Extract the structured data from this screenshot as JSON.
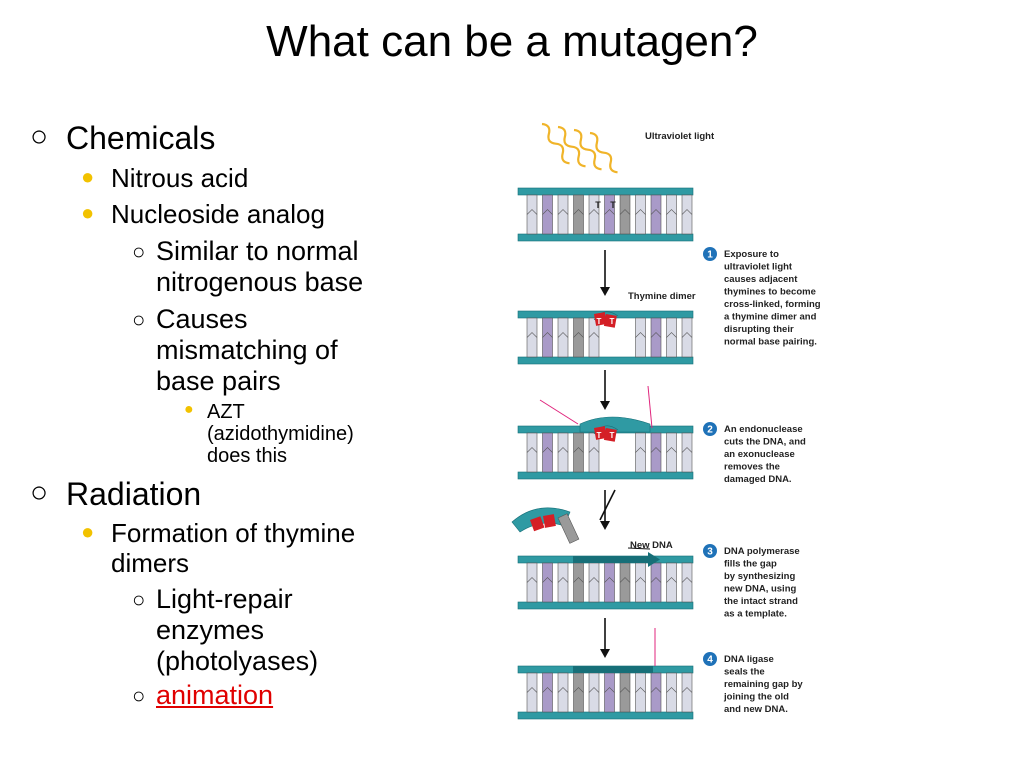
{
  "slide": {
    "title": "What can be a mutagen?",
    "markers": {
      "hollow": "○",
      "dot": "●"
    },
    "items": [
      {
        "lines": [
          "Chemicals"
        ]
      },
      {
        "lines": [
          "Nitrous acid"
        ]
      },
      {
        "lines": [
          "Nucleoside analog"
        ]
      },
      {
        "lines": [
          "Similar to normal",
          "nitrogenous base"
        ]
      },
      {
        "lines": [
          "Causes",
          "mismatching of",
          "base pairs"
        ]
      },
      {
        "lines": [
          "AZT",
          "(azidothymidine)",
          "does this"
        ]
      },
      {
        "lines": [
          "Radiation"
        ]
      },
      {
        "lines": [
          "Formation of thymine",
          "dimers"
        ]
      },
      {
        "lines": [
          "Light-repair",
          "enzymes",
          "(photolyases)"
        ]
      },
      {
        "lines": [
          "animation"
        ]
      }
    ]
  },
  "diagram": {
    "uv_label": "Ultraviolet light",
    "thymine_dimer_label": "Thymine dimer",
    "new_dna_label": "New DNA",
    "base_letter": "T",
    "colors": {
      "strand": "#2f9aa3",
      "strand_dark": "#176f78",
      "rung_light": "#d9dbe6",
      "rung_purple": "#a99ac8",
      "rung_gray": "#9a9a9a",
      "dimer": "#d41f26",
      "uv": "#f0b429",
      "cut_arrow": "#e0247c",
      "step_badge": "#1f72b8"
    },
    "steps": [
      {
        "number": "1",
        "lines": [
          "Exposure to",
          "ultraviolet light",
          "causes adjacent",
          "thymines to become",
          "cross-linked, forming",
          "a thymine dimer and",
          "disrupting their",
          "normal base pairing."
        ]
      },
      {
        "number": "2",
        "lines": [
          "An endonuclease",
          "cuts the DNA, and",
          "an exonuclease",
          "removes the",
          "damaged DNA."
        ]
      },
      {
        "number": "3",
        "lines": [
          "DNA polymerase",
          "fills the gap",
          "by synthesizing",
          "new DNA, using",
          "the intact strand",
          "as a template."
        ]
      },
      {
        "number": "4",
        "lines": [
          "DNA ligase",
          "seals the",
          "remaining gap by",
          "joining the old",
          "and new DNA."
        ]
      }
    ]
  }
}
